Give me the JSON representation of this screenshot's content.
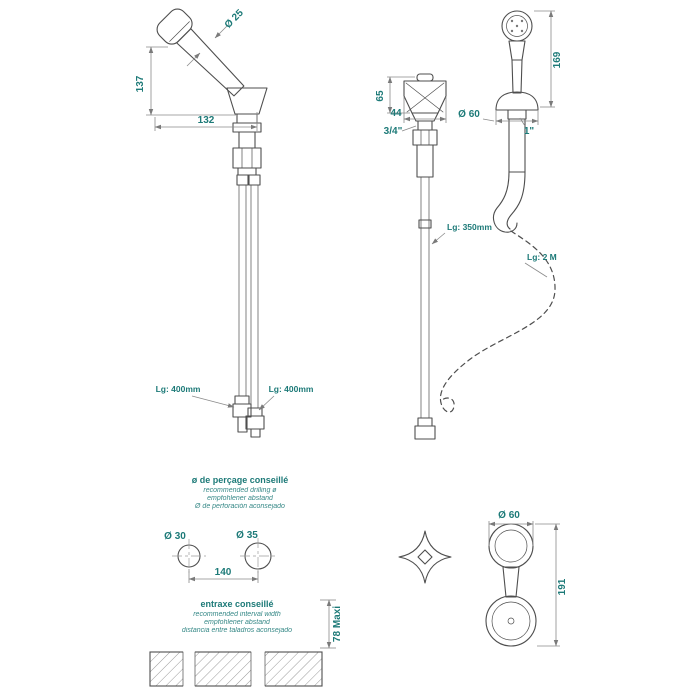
{
  "colors": {
    "accent": "#1d7a78",
    "line": "#4e4e4e",
    "dim": "#8a8a8a"
  },
  "front_view": {
    "head_diameter": "Ø 25",
    "height": "137",
    "reach": "132",
    "left_hose_length": "Lg: 400mm",
    "right_hose_length": "Lg: 400mm"
  },
  "side_view": {
    "handle_height": "65",
    "handle_width": "44",
    "valve_thread": "3/4\"",
    "flange_diameter": "Ø 60",
    "holder_thread": "1\"",
    "shower_height": "169",
    "supply_pipe_length": "Lg: 350mm",
    "flex_hose_length": "Lg: 2 M"
  },
  "drilling_note": {
    "title": "ø de perçage conseillé",
    "line_en": "recommended drilling ø",
    "line_de": "empfohlener abstand",
    "line_es": "Ø de perforación aconsejado",
    "hole_left": "Ø 30",
    "hole_right": "Ø 35",
    "center_distance": "140",
    "max_thickness": "78 Maxi"
  },
  "spacing_note": {
    "title": "entraxe conseillé",
    "line_en": "recommended interval width",
    "line_de": "empfohlener abstand",
    "line_es": "distancia entre taladros aconsejado"
  },
  "holder_view": {
    "flange_diameter": "Ø 60",
    "height": "191"
  }
}
